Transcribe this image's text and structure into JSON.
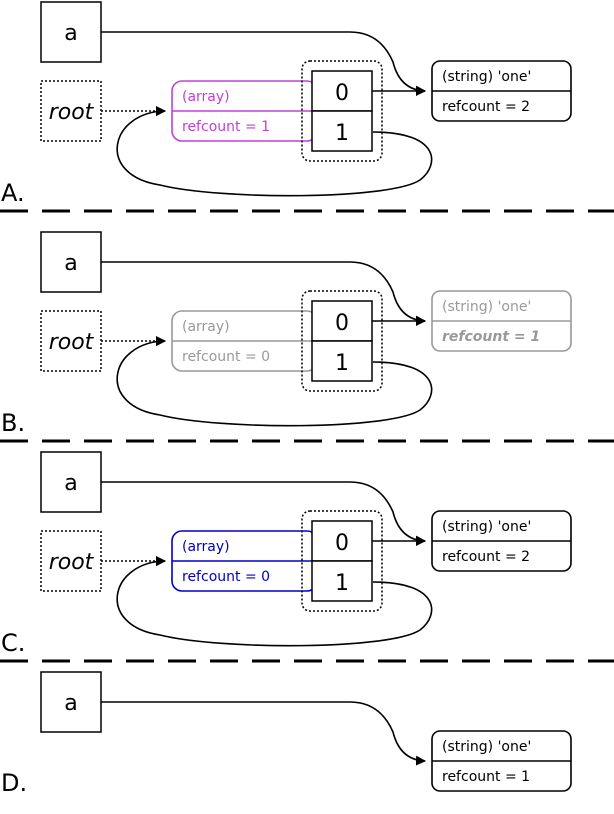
{
  "colors": {
    "black": "#000000",
    "magenta": "#c040d8",
    "gray": "#999999",
    "blue": "#0000c8"
  },
  "panels": [
    {
      "label": "A.",
      "var_a": "a",
      "root": "root",
      "array": {
        "type_text": "(array)",
        "refcount_text": "refcount = 1",
        "state": "magenta"
      },
      "slots": [
        "0",
        "1"
      ],
      "string": {
        "type_text": "(string) 'one'",
        "refcount_text": "refcount = 2",
        "state": "black"
      }
    },
    {
      "label": "B.",
      "var_a": "a",
      "root": "root",
      "array": {
        "type_text": "(array)",
        "refcount_text": "refcount = 0",
        "state": "gray"
      },
      "slots": [
        "0",
        "1"
      ],
      "string": {
        "type_text": "(string) 'one'",
        "refcount_text": "refcount = 1",
        "state": "gray"
      }
    },
    {
      "label": "C.",
      "var_a": "a",
      "root": "root",
      "array": {
        "type_text": "(array)",
        "refcount_text": "refcount = 0",
        "state": "blue"
      },
      "slots": [
        "0",
        "1"
      ],
      "string": {
        "type_text": "(string) 'one'",
        "refcount_text": "refcount = 2",
        "state": "black"
      }
    },
    {
      "label": "D.",
      "var_a": "a",
      "string": {
        "type_text": "(string) 'one'",
        "refcount_text": "refcount = 1",
        "state": "black"
      }
    }
  ]
}
